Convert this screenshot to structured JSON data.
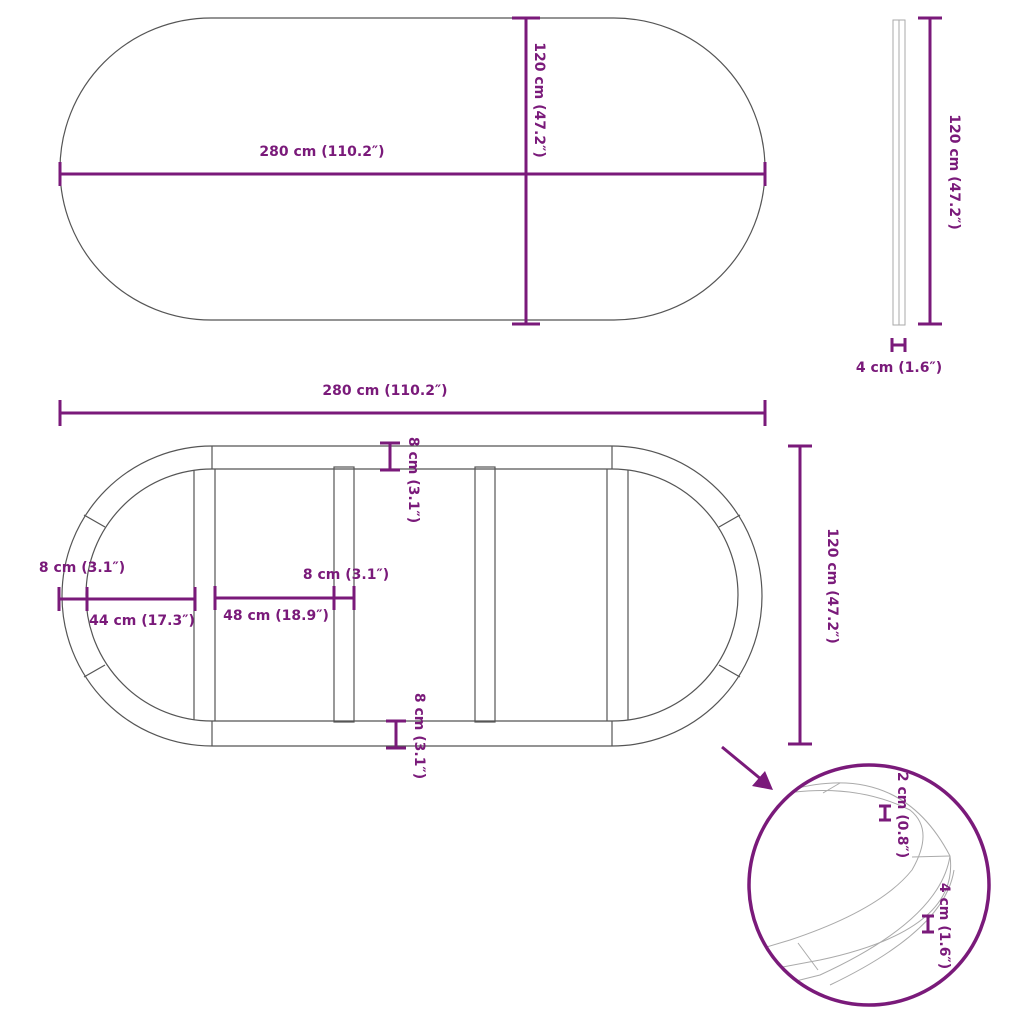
{
  "colors": {
    "dimension": "#7a1a7a",
    "outline": "#555555"
  },
  "top_view": {
    "length": "280 cm (110.2″)",
    "width": "120 cm (47.2″)"
  },
  "side_view": {
    "height": "120 cm (47.2″)",
    "thickness": "4 cm (1.6″)"
  },
  "frame_view": {
    "length": "280 cm (110.2″)",
    "width": "120 cm (47.2″)",
    "rail_top": "8 cm (3.1″)",
    "rail_bottom": "8 cm (3.1″)",
    "rail_side": "8 cm (3.1″)",
    "end_depth": "44 cm (17.3″)",
    "section_width": "48 cm (18.9″)",
    "crossbar": "8 cm (3.1″)"
  },
  "detail_view": {
    "inner_thickness": "2 cm (0.8″)",
    "edge_thickness": "4 cm (1.6″)"
  }
}
